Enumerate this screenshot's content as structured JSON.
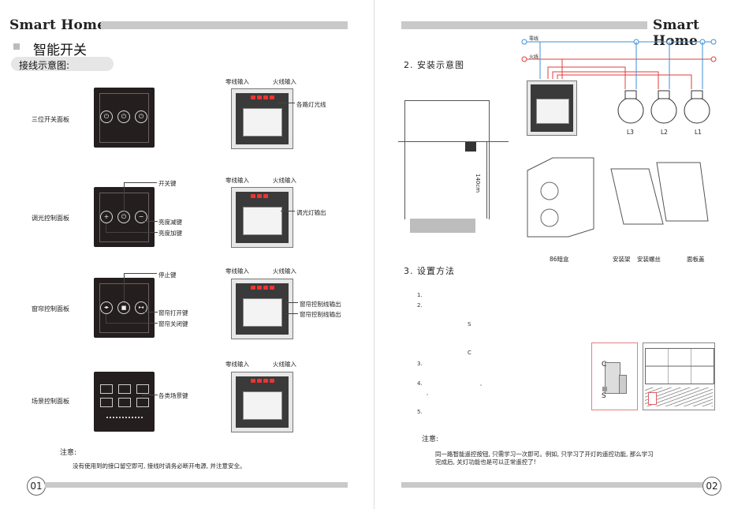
{
  "left": {
    "brand": "Smart Home",
    "title": "智能开关",
    "subtitle": "接线示意图:",
    "page_num": "01",
    "rows": [
      {
        "name": "三位开关面板",
        "callouts": [
          "各路灯光线"
        ]
      },
      {
        "name": "调光控制面板",
        "callouts": [
          "开关键",
          "亮度减键",
          "亮度加键",
          "调光灯输出"
        ]
      },
      {
        "name": "窗帘控制面板",
        "callouts": [
          "停止键",
          "窗帘打开键",
          "窗帘关闭键",
          "窗帘控制线输出",
          "窗帘控制线输出"
        ]
      },
      {
        "name": "场景控制面板",
        "callouts": [
          "各类场景键"
        ]
      }
    ],
    "wire_labels": {
      "neutral": "零线输入",
      "live": "火线输入"
    },
    "note_title": "注意:",
    "note_text": "没有使用到的接口留空即可, 接线时请务必断开电源, 并注意安全。"
  },
  "right": {
    "brand": "Smart Home",
    "page_num": "02",
    "section2": "2. 安装示意图",
    "height_label": "140cm",
    "wire_neutral": "零线",
    "wire_live": "火线",
    "bulbs": [
      "L3",
      "L2",
      "L1"
    ],
    "parts": [
      "86暗盒",
      "安装架",
      "安装螺丝",
      "面板盖"
    ],
    "section3": "3. 设置方法",
    "steps": [
      "1.",
      "2.",
      "S",
      "C",
      "3.",
      "4.",
      ",",
      ",",
      "5."
    ],
    "switch_labels": [
      "C",
      "S"
    ],
    "note_title": "注意:",
    "note_text_1": "同一路智能遥控按钮, 只需学习一次即可。例如, 只学习了开灯的遥控功能, 那么学习",
    "note_text_2": "完成后, 关灯功能也是可以正常遥控了!"
  },
  "colors": {
    "bar": "#c9c9c9",
    "panel": "#241e1e",
    "live": "#e23c3c",
    "neutral": "#3f8fd6"
  }
}
